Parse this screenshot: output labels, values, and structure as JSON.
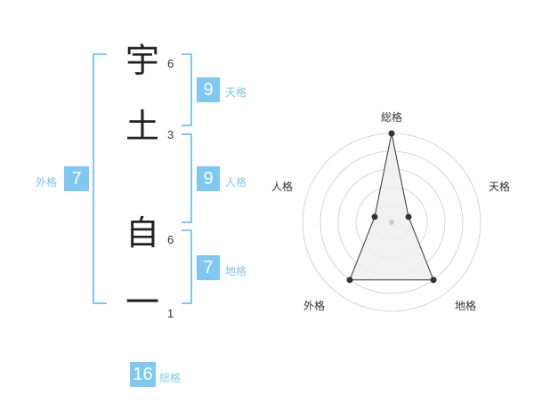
{
  "name": {
    "chars": [
      {
        "char": "宇",
        "strokes": "6"
      },
      {
        "char": "土",
        "strokes": "3"
      },
      {
        "char": "自",
        "strokes": "6"
      },
      {
        "char": "一",
        "strokes": "1"
      }
    ]
  },
  "kaku": {
    "tenkaku": {
      "value": "9",
      "label": "天格"
    },
    "jinkaku": {
      "value": "9",
      "label": "人格"
    },
    "chikaku": {
      "value": "7",
      "label": "地格"
    },
    "gaikaku": {
      "value": "7",
      "label": "外格"
    },
    "soukaku": {
      "value": "16",
      "label": "総格"
    }
  },
  "chart_data": {
    "type": "radar",
    "axes": [
      "総格",
      "天格",
      "地格",
      "外格",
      "人格"
    ],
    "values": [
      5,
      1,
      4,
      4,
      1
    ],
    "max": 5,
    "rings": 5,
    "colors": {
      "fill": "#efefef",
      "line": "#333333",
      "grid": "#cccccc",
      "center": "#cccccc"
    }
  },
  "colors": {
    "accent": "#7ec8f2"
  }
}
